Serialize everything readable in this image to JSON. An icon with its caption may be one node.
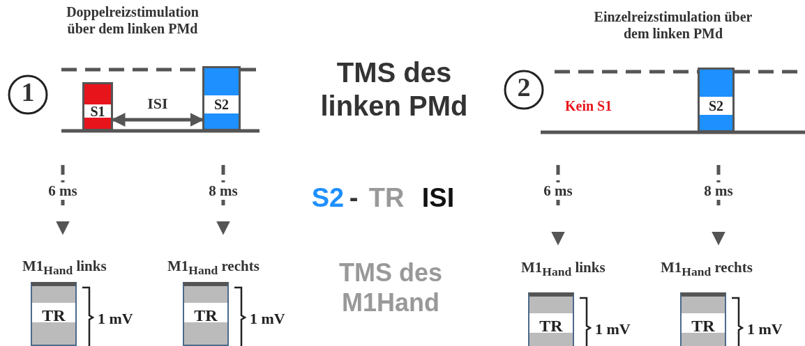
{
  "diagram": {
    "nodes": [
      {
        "text": [
          "S1"
        ]
      },
      {
        "text": [
          "S2"
        ]
      },
      {
        "text": [
          "S2"
        ]
      },
      {
        "text": [
          "M1$_{Hand}$ links",
          "TR"
        ],
        "beside": [
          "1 mV"
        ]
      },
      {
        "text": [
          "M1$_{Hand}$ rechts",
          "TR"
        ],
        "beside": [
          "1 mV"
        ]
      },
      {
        "text": [
          "M1$_{Hand}$ links",
          "TR"
        ],
        "beside": [
          "1 mV"
        ]
      },
      {
        "text": [
          "M1$_{Hand}$ rechts",
          "TR"
        ],
        "beside": [
          "1 mV"
        ]
      }
    ],
    "edges": [
      {
        "from": 0,
        "to": 1,
        "arrow": "both",
        "label": "ISI"
      },
      {
        "from": null,
        "to": 3,
        "arrow": "to",
        "label": "6 ms",
        "style": "dashed"
      },
      {
        "from": null,
        "to": 4,
        "arrow": "to",
        "label": "8 ms",
        "style": "dashed"
      },
      {
        "from": null,
        "to": 5,
        "arrow": "to",
        "label": "6 ms",
        "style": "dashed"
      },
      {
        "from": null,
        "to": 6,
        "arrow": "to",
        "label": "8 ms",
        "style": "dashed"
      }
    ],
    "labels": [
      "Doppelreizstimulation über dem linken PMd",
      "1",
      "TMS des linken PMd",
      "Einzelreizstimulation über dem linken PMd",
      "2",
      "Kein S1",
      "S2",
      "-",
      "TR",
      "ISI",
      "TMS des M1Hand"
    ]
  }
}
